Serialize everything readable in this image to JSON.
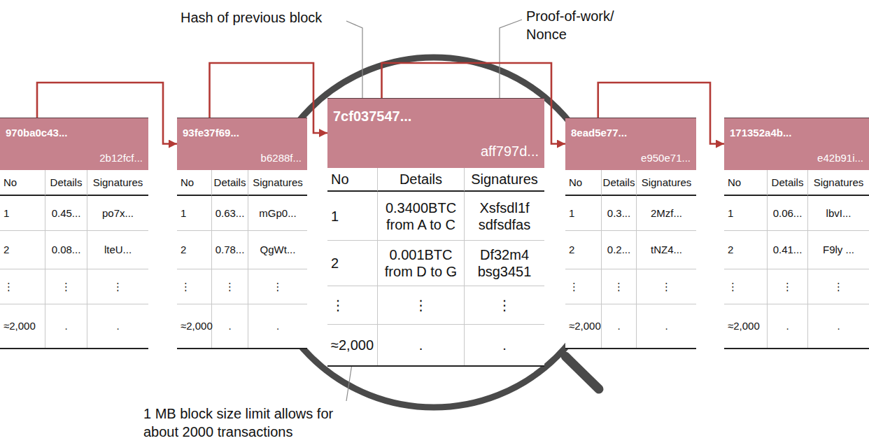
{
  "diagram": {
    "nodes": [
      {
        "text": [
          "970ba0c43...",
          "2b12fcf...",
          "No",
          "Details",
          "Signatures",
          "1",
          "0.45...",
          "po7x...",
          "2",
          "0.08...",
          "lteU...",
          "⋮",
          "⋮",
          "⋮",
          "≈2,000",
          ".",
          "."
        ]
      },
      {
        "text": [
          "93fe37f69...",
          "b6288f...",
          "No",
          "Details",
          "Signatures",
          "1",
          "0.63...",
          "mGp0...",
          "2",
          "0.78...",
          "QgWt...",
          "⋮",
          "⋮",
          "⋮",
          "≈2,000",
          ".",
          "."
        ]
      },
      {
        "text": [
          "7cf037547...",
          "aff797d...",
          "No",
          "Details",
          "Signatures",
          "1",
          "0.3400BTC from A to C",
          "Xsfsdl1f sdfsdfas",
          "2",
          "0.001BTC from D to G",
          "Df32m4 bsg3451",
          "⋮",
          "⋮",
          "⋮",
          "≈2,000",
          ".",
          "."
        ]
      },
      {
        "text": [
          "8ead5e77...",
          "e950e71...",
          "No",
          "Details",
          "Signatures",
          "1",
          "0.3...",
          "2Mzf...",
          "2",
          "0.2...",
          "tNZ4...",
          "⋮",
          "⋮",
          "⋮",
          "≈2,000",
          ".",
          "."
        ]
      },
      {
        "text": [
          "171352a4b...",
          "e42b91i...",
          "No",
          "Details",
          "Signatures",
          "1",
          "0.06...",
          "lbvI...",
          "2",
          "0.41...",
          "F9ly ...",
          "⋮",
          "⋮",
          "⋮",
          "≈2,000",
          ".",
          "."
        ]
      }
    ],
    "edges": [
      {
        "from": 0,
        "to": 1,
        "arrow": "to"
      },
      {
        "from": 1,
        "to": 2,
        "arrow": "to"
      },
      {
        "from": 2,
        "to": 3,
        "arrow": "to"
      },
      {
        "from": 3,
        "to": 4,
        "arrow": "to"
      }
    ],
    "labels": [
      "Hash of previous block",
      "Proof-of-work/ Nonce",
      "1 MB block size limit allows for about 2000 transactions"
    ]
  }
}
